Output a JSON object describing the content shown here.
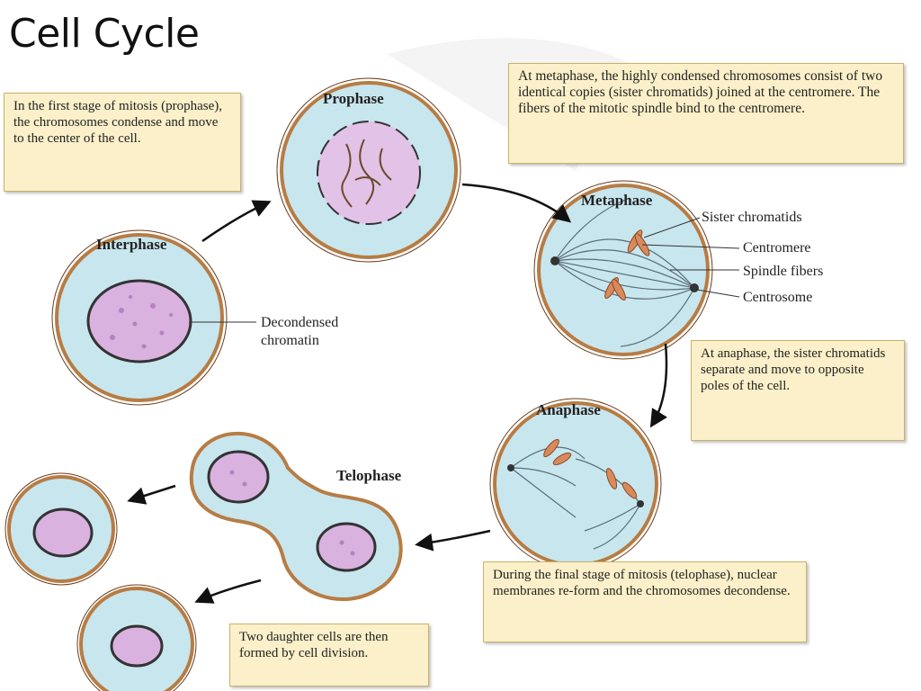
{
  "title": "Cell Cycle",
  "stages": {
    "prophase": "Prophase",
    "metaphase": "Metaphase",
    "anaphase": "Anaphase",
    "telophase": "Telophase",
    "interphase": "Interphase"
  },
  "notes": {
    "prophase": "In the first stage of mitosis (prophase), the chromosomes condense and move to the center of the cell.",
    "metaphase": "At metaphase, the highly condensed chromosomes consist of two identical copies (sister chromatids) joined at the centromere. The fibers of the mitotic spindle bind to the centromere.",
    "anaphase": "At anaphase, the sister chromatids separate and move to opposite poles of the cell.",
    "telophase": "During the final stage of mitosis (telophase), nuclear membranes re-form and the chromosomes decondense.",
    "daughter_cells": "Two daughter cells are then formed by cell division."
  },
  "labels": {
    "sister_chromatids": "Sister chromatids",
    "centromere": "Centromere",
    "spindle_fibers": "Spindle fibers",
    "centrosome": "Centrosome",
    "decondensed_chromatin": "Decondensed chromatin"
  },
  "colors": {
    "cytoplasm": "#c8e6ee",
    "membrane": "#b77c44",
    "nucleus": "#d9b2e0",
    "note_fill": "#fbf0c9"
  }
}
